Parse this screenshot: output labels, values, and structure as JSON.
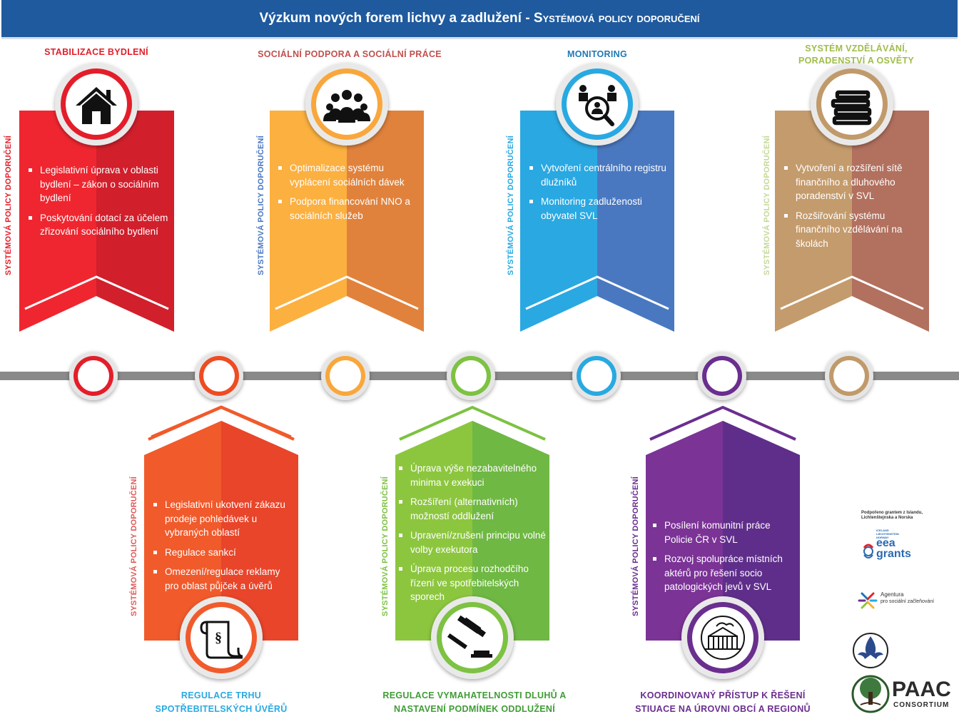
{
  "title": {
    "part1": "Výzkum nových forem lichvy a zadlužení - ",
    "part2": "Systémová policy doporučení"
  },
  "vertical_label": "SYSTÉMOVÁ POLICY DOPORUČENÍ",
  "top_cards": [
    {
      "heading": [
        "STABILIZACE BYDLENÍ"
      ],
      "items": [
        "Legislativní úprava v oblasti bydlení – zákon o sociálním bydlení",
        "Poskytování dotací za účelem zřizování sociálního bydlení"
      ],
      "icon": "house-icon"
    },
    {
      "heading": [
        "SOCIÁLNÍ PODPORA A SOCIÁLNÍ PRÁCE"
      ],
      "items": [
        "Optimalizace systému vyplácení sociálních dávek",
        "Podpora financování NNO a sociálních služeb"
      ],
      "icon": "people-group-icon"
    },
    {
      "heading": [
        "MONITORING"
      ],
      "items": [
        "Vytvoření centrálního registru dlužníků",
        "Monitoring zadluženosti obyvatel SVL"
      ],
      "icon": "magnifier-person-icon"
    },
    {
      "heading": [
        "SYSTÉM VZDĚLÁVÁNÍ,",
        "PORADENSTVÍ A OSVĚTY"
      ],
      "items": [
        "Vytvoření a rozšíření sítě finančního a dluhového poradenství v SVL",
        "Rozšiřování systému finančního vzdělávání na školách"
      ],
      "icon": "books-icon"
    }
  ],
  "bottom_cards": [
    {
      "caption": [
        "REGULACE TRHU",
        "SPOTŘEBITELSKÝCH ÚVĚRŮ"
      ],
      "items": [
        "Legislativní ukotvení zákazu prodeje pohledávek u vybraných oblastí",
        "Regulace sankcí",
        "Omezení/regulace reklamy pro oblast půjček a úvěrů"
      ],
      "icon": "paragraph-document-icon"
    },
    {
      "caption": [
        "REGULACE VYMAHATELNOSTI DLUHŮ A",
        "NASTAVENÍ PODMÍNEK ODDLUŽENÍ"
      ],
      "items": [
        "Úprava výše nezabavitelného minima v exekuci",
        "Rozšíření (alternativních) možností oddlužení",
        "Upravení/zrušení principu volné volby exekutora",
        "Úprava procesu rozhodčího řízení ve spotřebitelských sporech"
      ],
      "icon": "gavel-icon"
    },
    {
      "caption": [
        "KOORDINOVANÝ PŘÍSTUP K ŘEŠENÍ",
        "STIUACE NA ÚROVNI OBCÍ A REGIONŮ"
      ],
      "items": [
        "Posílení komunitní práce Policie ČR v SVL",
        "Rozvoj spolupráce místních aktérů pro řešení socio patologických jevů v SVL"
      ],
      "icon": "city-building-icon"
    }
  ],
  "sponsors": {
    "grant_note": [
      "Podpořeno grantem z Islandu,",
      "Lichtenštejnska a Norska"
    ],
    "eea_small": [
      "ICELAND",
      "LIECHTENSTEIN",
      "NORWAY"
    ],
    "eea_logo": [
      "eea",
      "grants"
    ],
    "agency": [
      "Agentura",
      "pro sociální začleňování"
    ],
    "paac": [
      "PAAC",
      "CONSORTIUM"
    ]
  },
  "colors": {
    "title_bg": "#1f5a9e",
    "red": "#e31e2a",
    "orange_red": "#ee4c23",
    "orange": "#f9a73c",
    "green": "#7dc242",
    "blue": "#29a9e1",
    "purple": "#6a2e8f",
    "brown": "#c19a6b",
    "timeline": "#888888"
  }
}
